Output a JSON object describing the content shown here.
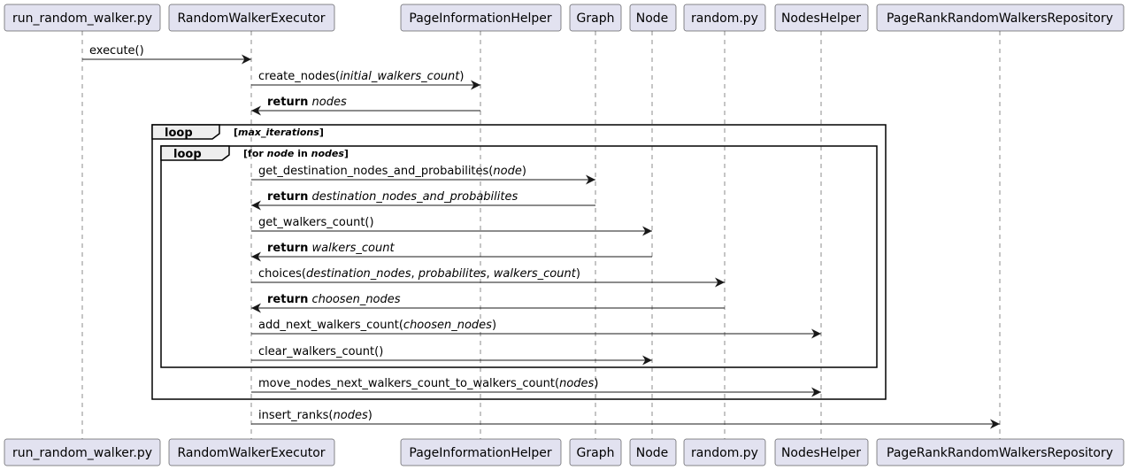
{
  "participants": [
    "run_random_walker.py",
    "RandomWalkerExecutor",
    "PageInformationHelper",
    "Graph",
    "Node",
    "random.py",
    "NodesHelper",
    "PageRankRandomWalkersRepository"
  ],
  "messages": [
    {
      "from": 0,
      "to": 1,
      "parts": [
        {
          "t": "execute()"
        }
      ]
    },
    {
      "from": 1,
      "to": 2,
      "parts": [
        {
          "t": "create_nodes("
        },
        {
          "t": "initial_walkers_count",
          "i": true
        },
        {
          "t": ")"
        }
      ]
    },
    {
      "from": 2,
      "to": 1,
      "parts": [
        {
          "t": "return",
          "b": true
        },
        {
          "t": " "
        },
        {
          "t": "nodes",
          "i": true
        }
      ]
    },
    {
      "from": 1,
      "to": 3,
      "parts": [
        {
          "t": "get_destination_nodes_and_probabilites("
        },
        {
          "t": "node",
          "i": true
        },
        {
          "t": ")"
        }
      ]
    },
    {
      "from": 3,
      "to": 1,
      "parts": [
        {
          "t": "return",
          "b": true
        },
        {
          "t": " "
        },
        {
          "t": "destination_nodes_and_probabilites",
          "i": true
        }
      ]
    },
    {
      "from": 1,
      "to": 4,
      "parts": [
        {
          "t": "get_walkers_count()"
        }
      ]
    },
    {
      "from": 4,
      "to": 1,
      "parts": [
        {
          "t": "return",
          "b": true
        },
        {
          "t": " "
        },
        {
          "t": "walkers_count",
          "i": true
        }
      ]
    },
    {
      "from": 1,
      "to": 5,
      "parts": [
        {
          "t": "choices("
        },
        {
          "t": "destination_nodes",
          "i": true
        },
        {
          "t": ", "
        },
        {
          "t": "probabilites",
          "i": true
        },
        {
          "t": ", "
        },
        {
          "t": "walkers_count",
          "i": true
        },
        {
          "t": ")"
        }
      ]
    },
    {
      "from": 5,
      "to": 1,
      "parts": [
        {
          "t": "return",
          "b": true
        },
        {
          "t": " "
        },
        {
          "t": "choosen_nodes",
          "i": true
        }
      ]
    },
    {
      "from": 1,
      "to": 6,
      "parts": [
        {
          "t": "add_next_walkers_count("
        },
        {
          "t": "choosen_nodes",
          "i": true
        },
        {
          "t": ")"
        }
      ]
    },
    {
      "from": 1,
      "to": 4,
      "parts": [
        {
          "t": "clear_walkers_count()"
        }
      ]
    },
    {
      "from": 1,
      "to": 6,
      "parts": [
        {
          "t": "move_nodes_next_walkers_count_to_walkers_count("
        },
        {
          "t": "nodes",
          "i": true
        },
        {
          "t": ")"
        }
      ]
    },
    {
      "from": 1,
      "to": 7,
      "parts": [
        {
          "t": "insert_ranks("
        },
        {
          "t": "nodes",
          "i": true
        },
        {
          "t": ")"
        }
      ]
    }
  ],
  "fragments": [
    {
      "keyword": "loop",
      "guard": [
        {
          "t": "[",
          "b": true
        },
        {
          "t": "max_iterations",
          "b": true,
          "i": true
        },
        {
          "t": "]",
          "b": true
        }
      ]
    },
    {
      "keyword": "loop",
      "guard": [
        {
          "t": "[for ",
          "b": true
        },
        {
          "t": "node",
          "b": true,
          "i": true
        },
        {
          "t": " in ",
          "b": true
        },
        {
          "t": "nodes",
          "b": true,
          "i": true
        },
        {
          "t": "]",
          "b": true
        }
      ]
    }
  ],
  "colors": {
    "participant_fill": "#e2e2f0",
    "line": "#181818",
    "fragment_tab": "#eeeeee"
  }
}
